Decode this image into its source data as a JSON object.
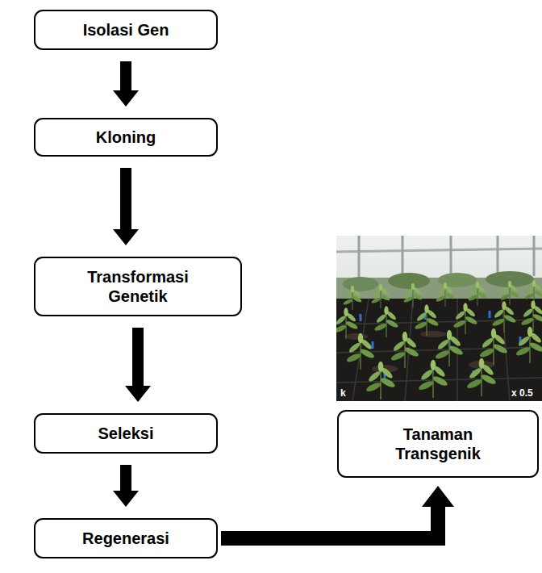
{
  "diagram": {
    "nodes": [
      {
        "text": [
          "Isolasi Gen"
        ]
      },
      {
        "text": [
          "Kloning"
        ]
      },
      {
        "text": [
          "Transformasi Genetik"
        ]
      },
      {
        "text": [
          "Seleksi"
        ]
      },
      {
        "text": [
          "Regenerasi"
        ]
      },
      {
        "text": [
          "Tanaman Transgenik"
        ]
      }
    ],
    "edges": [
      {
        "from": 0,
        "to": 1,
        "arrow": "to"
      },
      {
        "from": 1,
        "to": 2,
        "arrow": "to"
      },
      {
        "from": 2,
        "to": 3,
        "arrow": "to"
      },
      {
        "from": 3,
        "to": 4,
        "arrow": "to"
      },
      {
        "from": 4,
        "to": 5,
        "arrow": "to"
      }
    ],
    "labels": [
      "k",
      "x 0.5"
    ]
  }
}
